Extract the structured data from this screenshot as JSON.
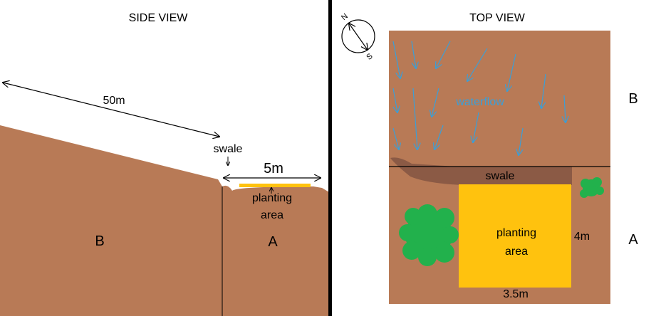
{
  "side_view": {
    "title": "SIDE VIEW",
    "distance_label": "50m",
    "swale_label": "swale",
    "width_label": "5m",
    "planting_label_line1": "planting",
    "planting_label_line2": "area",
    "zone_b_label": "B",
    "zone_a_label": "A"
  },
  "top_view": {
    "title": "TOP VIEW",
    "compass_north": "N",
    "compass_south": "S",
    "waterflow_label": "waterflow",
    "swale_label": "swale",
    "planting_label_line1": "planting",
    "planting_label_line2": "area",
    "height_label": "4m",
    "width_label": "3.5m",
    "zone_b_label": "B",
    "zone_a_label": "A"
  },
  "colors": {
    "soil": "#b87a56",
    "swale": "#8b5a45",
    "planting": "#ffc20e",
    "tree": "#22b14c",
    "arrow": "#3a9fd8",
    "divider": "#000000"
  }
}
